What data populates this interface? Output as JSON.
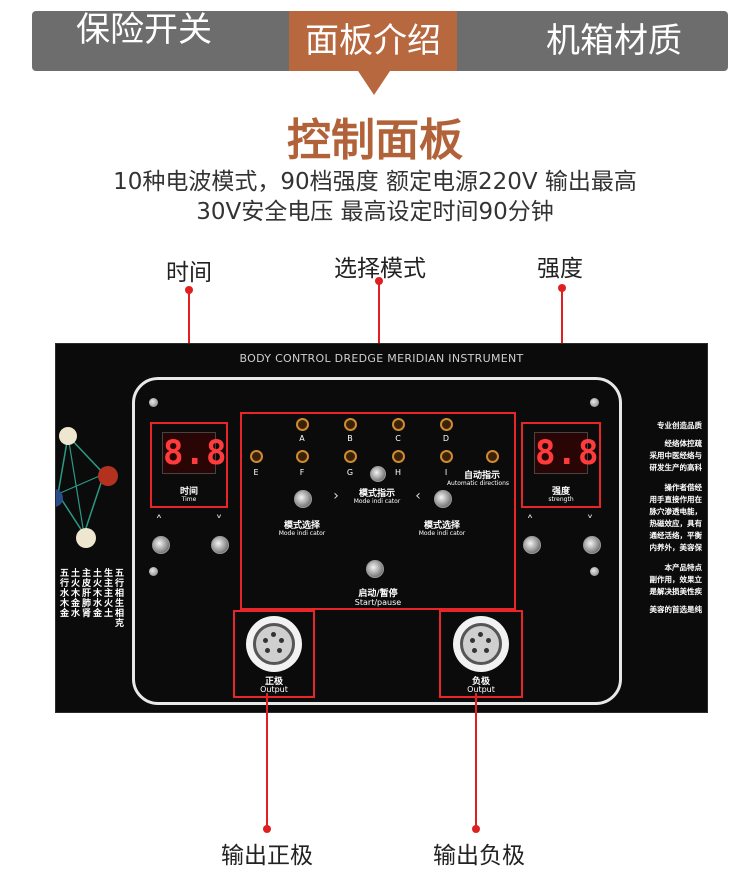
{
  "tabs": [
    {
      "label": "保险开关",
      "active": false
    },
    {
      "label": "面板介绍",
      "active": true
    },
    {
      "label": "机箱材质",
      "active": false
    }
  ],
  "section": {
    "title": "控制面板",
    "desc_line1": "10种电波模式，90档强度 额定电源220V  输出最高",
    "desc_line2": "30V安全电压    最高设定时间90分钟"
  },
  "callouts": {
    "time": "时间",
    "select_mode": "选择模式",
    "strength": "强度",
    "pos_output": "输出正极",
    "neg_output": "输出负极"
  },
  "panel": {
    "title": "BODY CONTROL DREDGE MERIDIAN INSTRUMENT",
    "time_display": "8.8",
    "strength_display": "8.8",
    "time_label_cn": "时间",
    "time_label_en": "Time",
    "strength_label_cn": "强度",
    "strength_label_en": "strength",
    "letters_row1": [
      "A",
      "B",
      "C",
      "D"
    ],
    "letters_row2": [
      "E",
      "F",
      "G",
      "H",
      "I"
    ],
    "auto_cn": "自动指示",
    "auto_en": "Automatic directions",
    "mode_indicator_cn": "模式指示",
    "mode_indicator_en": "Mode indi cator",
    "mode_select_left_cn": "模式选择",
    "mode_select_left_en": "Mode indi cator",
    "mode_select_right_cn": "模式选择",
    "mode_select_right_en": "Mode indi cator",
    "start_cn": "启动/暂停",
    "start_en": "Start/pause",
    "pos_cn": "正极",
    "pos_en": "Output",
    "neg_cn": "负极",
    "neg_en": "Output",
    "right_text": [
      "专业创造品质",
      "经络体控疏",
      "采用中医经络与",
      "研发生产的高科",
      "操作者借经",
      "用手直接作用在",
      "脉穴渗透电能，",
      "热磁效应，具有",
      "通经活络，平衡",
      "内养外，美容保",
      "本产品特点",
      "副作用，效果立",
      "是解决损美性疾",
      "美容的首选是纯"
    ],
    "left_columns": [
      "五行水木金",
      "土火木金水",
      "主皮肝肺肾",
      "土火木水金",
      "生主主火土",
      "五行相生相克"
    ]
  },
  "colors": {
    "tab_bg": "#6d6d6d",
    "tab_active": "#b7683f",
    "title": "#b26238",
    "callout_red": "#e02020",
    "panel_bg": "#0b0b0b",
    "lcd_red": "#ff3b3b"
  }
}
